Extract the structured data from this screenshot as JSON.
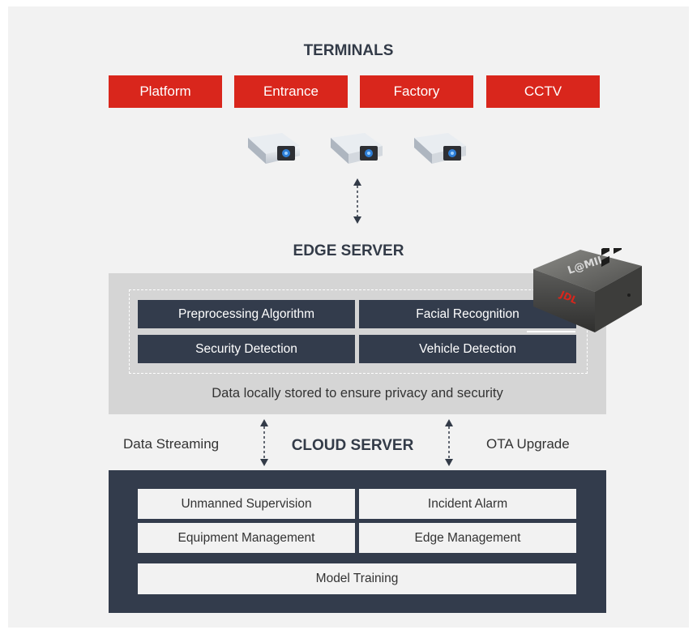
{
  "terminals": {
    "title": "TERMINALS",
    "items": [
      "Platform",
      "Entrance",
      "Factory",
      "CCTV"
    ]
  },
  "edge": {
    "title": "EDGE SERVER",
    "modules": [
      "Preprocessing Algorithm",
      "Facial Recognition",
      "Security Detection",
      "Vehicle Detection"
    ],
    "note": "Data locally stored to ensure privacy and security"
  },
  "device": {
    "logo": "L@MII",
    "brand": "JDL"
  },
  "cloud": {
    "title": "CLOUD SERVER",
    "left_label": "Data Streaming",
    "right_label": "OTA Upgrade",
    "modules": [
      "Unmanned Supervision",
      "Incident Alarm",
      "Equipment Management",
      "Edge Management",
      "Model Training"
    ]
  },
  "colors": {
    "terminal_red": "#d9261c",
    "dark_navy": "#333c4c",
    "panel_bg": "#f2f2f2",
    "edge_bg": "#d5d5d5"
  }
}
